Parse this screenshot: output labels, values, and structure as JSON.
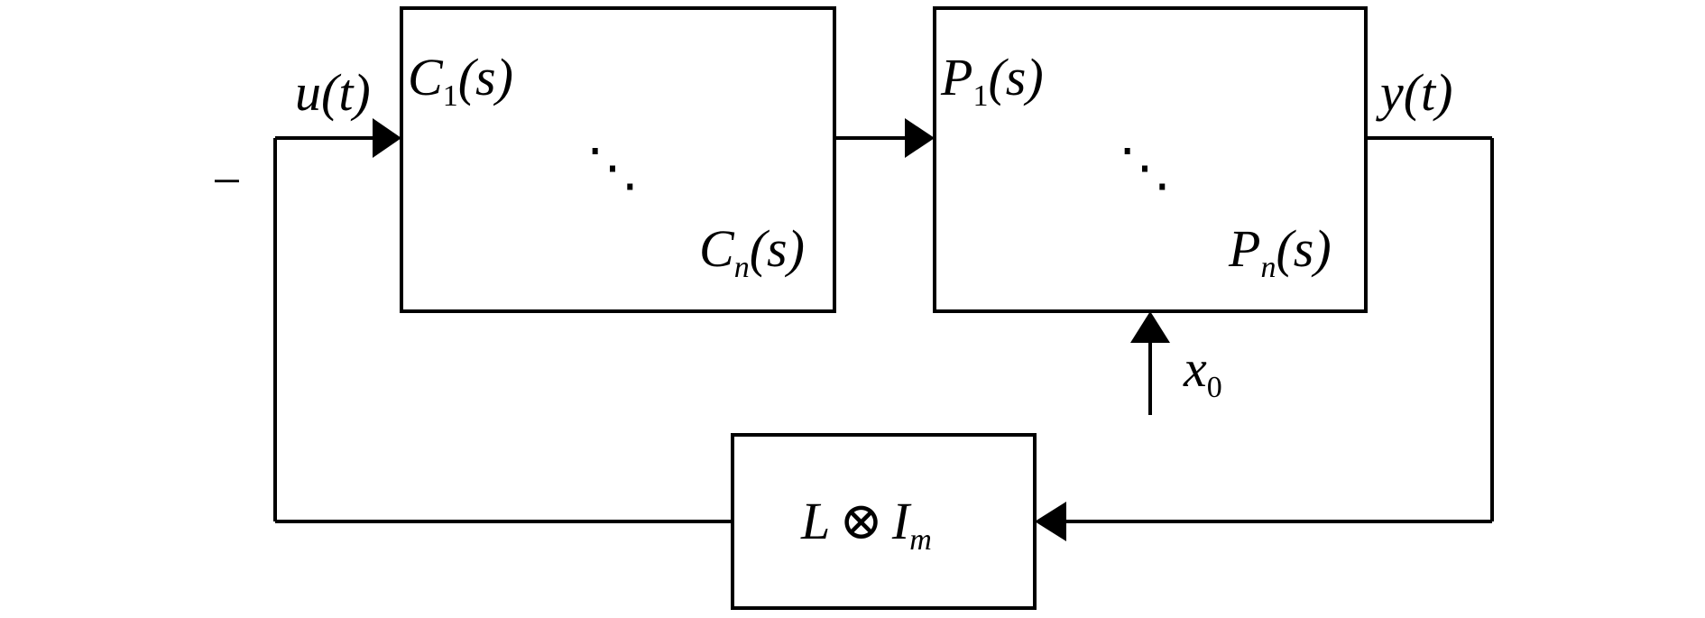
{
  "blocks": {
    "controller": {
      "first_symbol": "C",
      "first_index": "1",
      "first_arg": "(s)",
      "dots": "⋱",
      "last_symbol": "C",
      "last_index": "n",
      "last_arg": "(s)"
    },
    "plant": {
      "first_symbol": "P",
      "first_index": "1",
      "first_arg": "(s)",
      "dots": "⋱",
      "last_symbol": "P",
      "last_index": "n",
      "last_arg": "(s)"
    },
    "feedback": {
      "left": "L",
      "operator": "⊗",
      "right": "I",
      "right_index": "m"
    }
  },
  "signals": {
    "input": "u(t)",
    "output": "y(t)",
    "initial_symbol": "x",
    "initial_index": "0",
    "sign": "−"
  }
}
